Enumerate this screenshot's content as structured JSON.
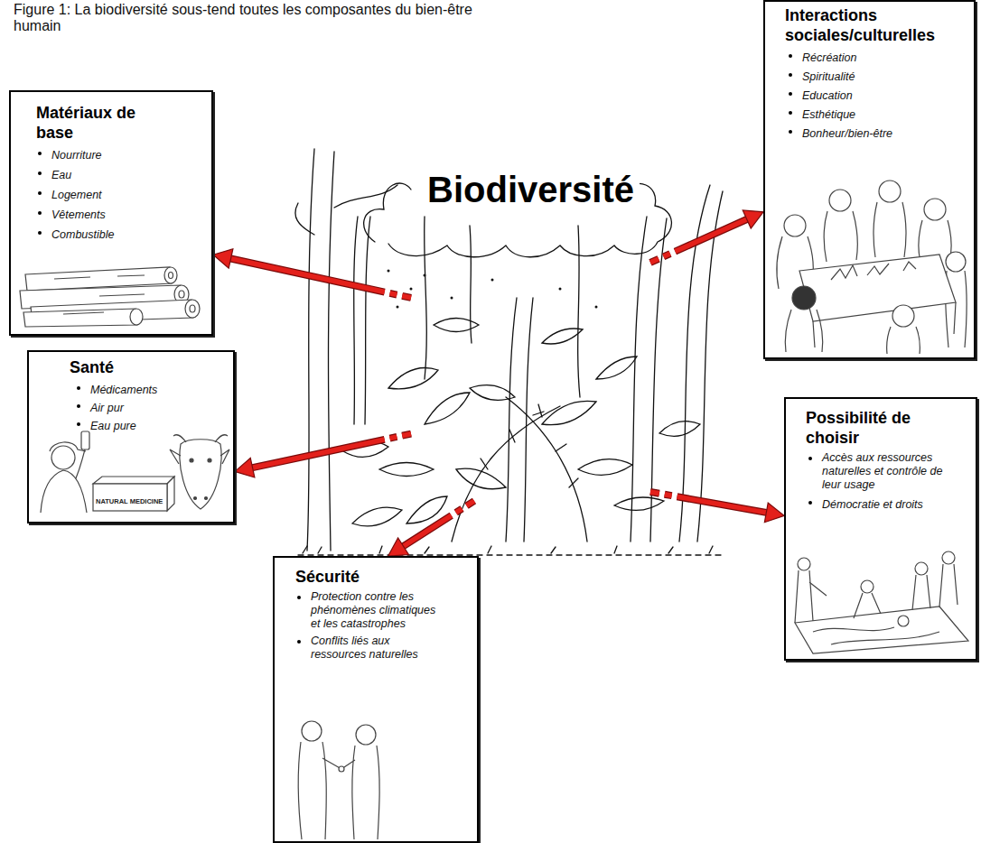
{
  "diagram": {
    "title": "Figure 1: La biodiversité sous-tend toutes les composantes du bien-être humain",
    "nodes": [
      {
        "text": [
          "Matériaux de base",
          "Nourriture",
          "Eau",
          "Logement",
          "Vêtements",
          "Combustible"
        ]
      },
      {
        "text": [
          "Interactions sociales/culturelles",
          "Récréation",
          "Spiritualité",
          "Education",
          "Esthétique",
          "Bonheur/bien-être"
        ]
      },
      {
        "text": [
          "Biodiversité"
        ]
      },
      {
        "text": [
          "Santé",
          "Médicaments",
          "Air pur",
          "Eau pure"
        ]
      },
      {
        "text": [
          "Possibilité de choisir",
          "Accès aux ressources naturelles et contrôle de leur usage",
          "Démocratie et droits"
        ]
      },
      {
        "text": [
          "Sécurité",
          "Protection contre les phénomènes climatiques et les catastrophes",
          "Conflits liés aux ressources naturelles"
        ]
      }
    ],
    "edges": [
      {
        "from": 2,
        "to": 0,
        "arrow": "to"
      },
      {
        "from": 2,
        "to": 1,
        "arrow": "to"
      },
      {
        "from": 2,
        "to": 3,
        "arrow": "to"
      },
      {
        "from": 2,
        "to": 4,
        "arrow": "to"
      },
      {
        "from": 2,
        "to": 5,
        "arrow": "to"
      }
    ],
    "labels": [
      "NATURAL MEDICINE"
    ]
  }
}
